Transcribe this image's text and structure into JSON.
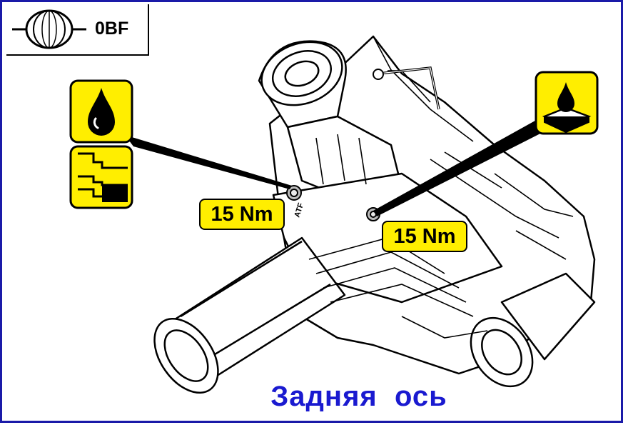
{
  "code_label": {
    "text": "0BF",
    "icon": "axle-shaft-icon"
  },
  "icons": {
    "left_top": "oil-drop-icon",
    "left_bottom": "oil-filler-plug-icon",
    "right_top": "oil-level-drop-icon"
  },
  "housing_marking": "ATF",
  "torque_left": "15 Nm",
  "torque_right": "15 Nm",
  "caption": "Задняя  ось",
  "colors": {
    "frame": "#1a1aa8",
    "badge": "#ffee00",
    "caption": "#1a1ad0"
  }
}
